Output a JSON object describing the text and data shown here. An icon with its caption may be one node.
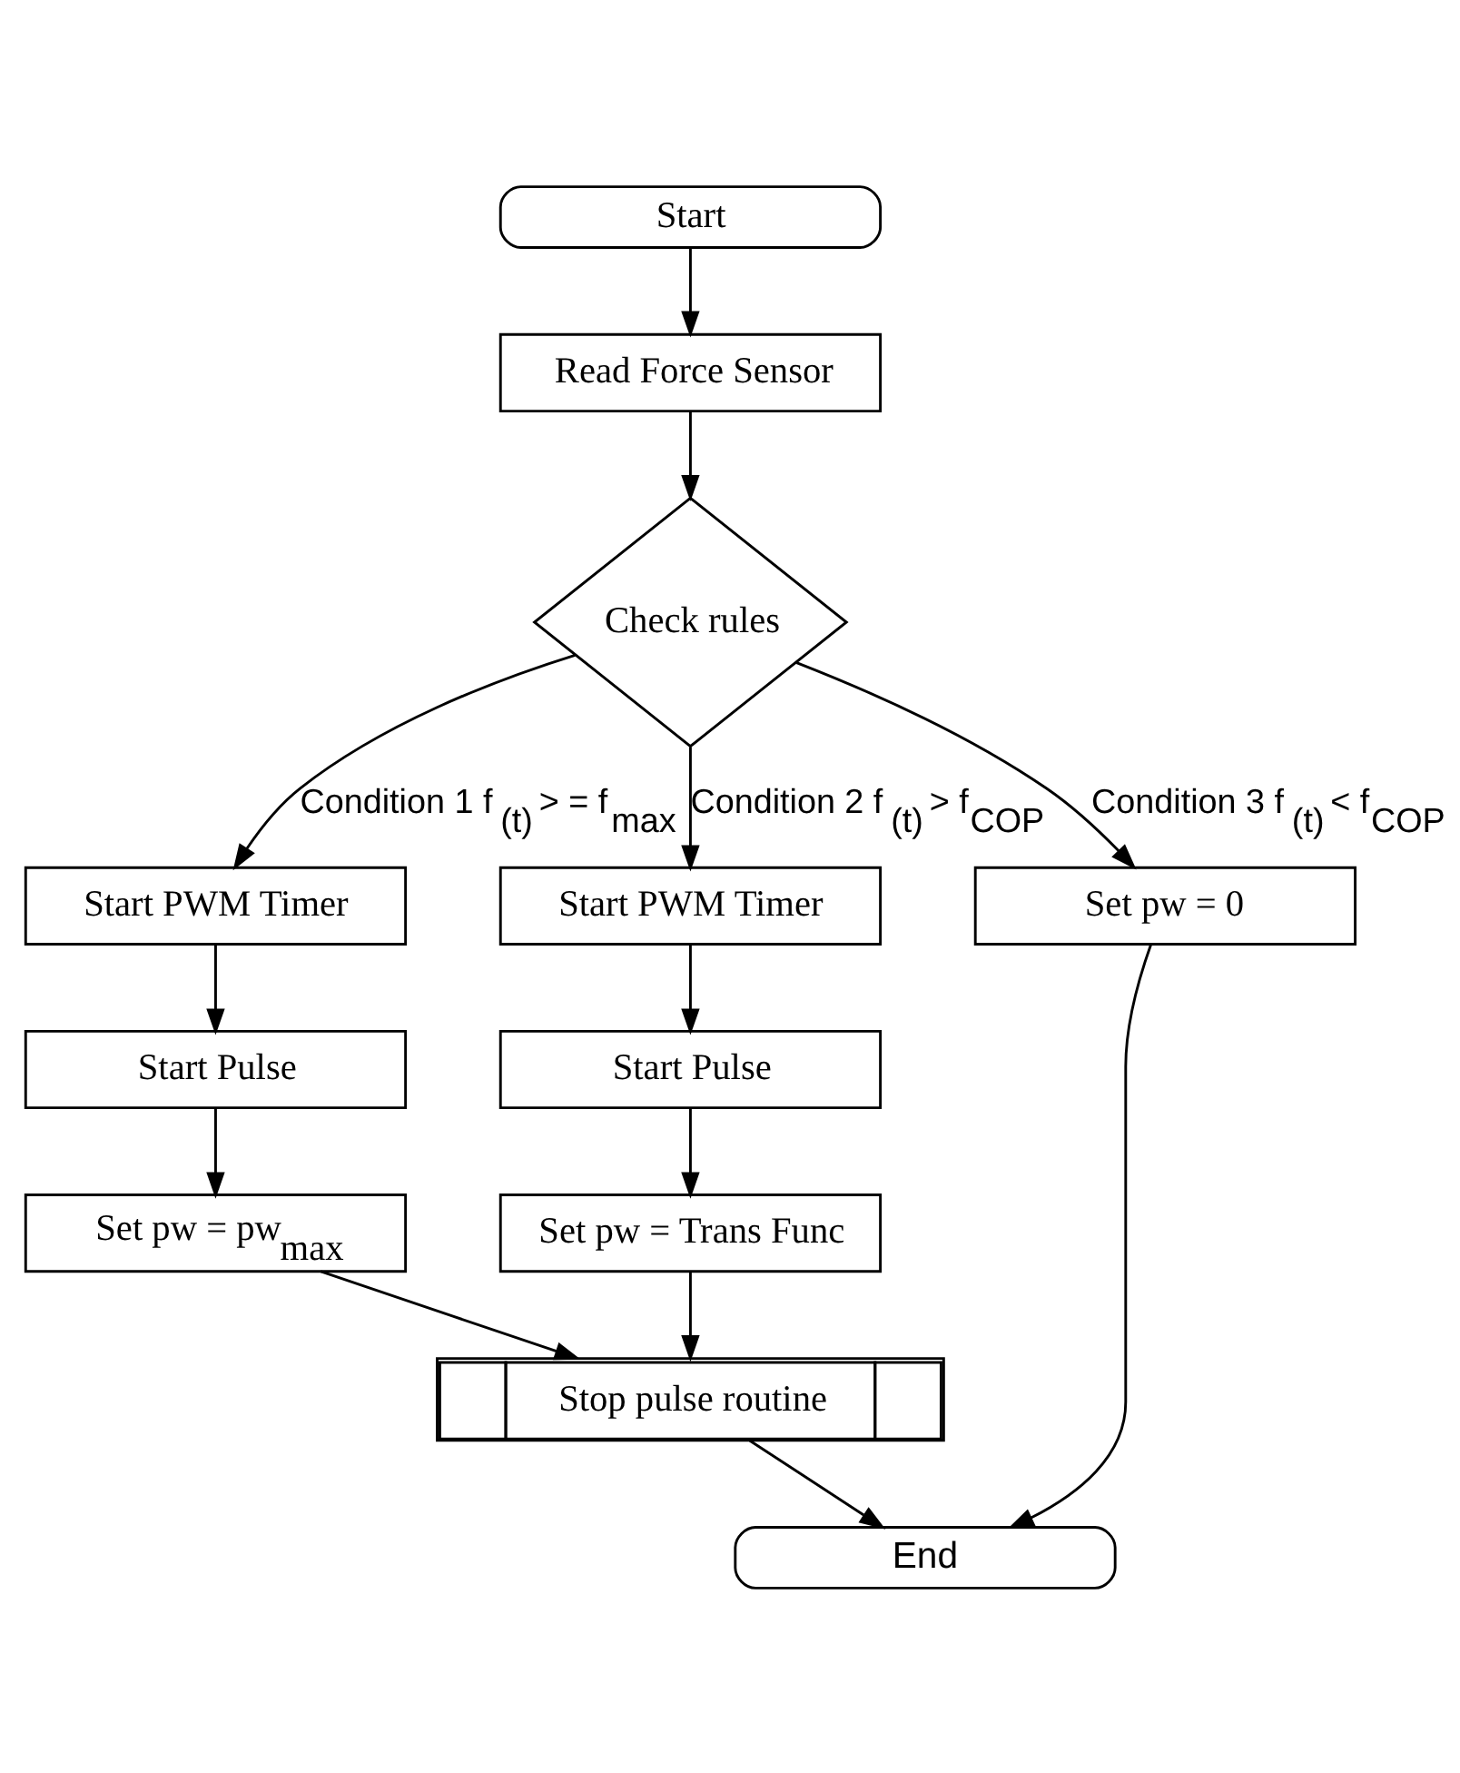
{
  "diagram": {
    "nodes": [
      {
        "text": [
          "Start"
        ]
      },
      {
        "text": [
          "Read Force Sensor"
        ]
      },
      {
        "text": [
          "Check rules"
        ]
      },
      {
        "text": [
          "Start PWM Timer"
        ]
      },
      {
        "text": [
          "Start Pulse"
        ]
      },
      {
        "text": [
          "Set pw = pw$_{max}$"
        ]
      },
      {
        "text": [
          "Start PWM Timer"
        ]
      },
      {
        "text": [
          "Start Pulse"
        ]
      },
      {
        "text": [
          "Set pw = Trans Func"
        ]
      },
      {
        "text": [
          "Set pw = 0"
        ]
      },
      {
        "text": [
          "Stop pulse routine"
        ]
      },
      {
        "text": [
          "End"
        ]
      }
    ],
    "edges": [
      {
        "from": 0,
        "to": 1,
        "arrow": "to"
      },
      {
        "from": 1,
        "to": 2,
        "arrow": "to"
      },
      {
        "from": 2,
        "to": 3,
        "arrow": "to",
        "label": "Condition 1 f$_{(t)}$ > = f$_{max}$"
      },
      {
        "from": 2,
        "to": 6,
        "arrow": "to",
        "label": "Condition 2 f$_{(t)}$ > f$_{COP}$"
      },
      {
        "from": 2,
        "to": 9,
        "arrow": "to",
        "label": "Condition 3 f$_{(t)}$ < f$_{COP}$"
      },
      {
        "from": 3,
        "to": 4,
        "arrow": "to"
      },
      {
        "from": 4,
        "to": 5,
        "arrow": "to"
      },
      {
        "from": 5,
        "to": 10,
        "arrow": "to"
      },
      {
        "from": 6,
        "to": 7,
        "arrow": "to"
      },
      {
        "from": 7,
        "to": 8,
        "arrow": "to"
      },
      {
        "from": 8,
        "to": 10,
        "arrow": "to"
      },
      {
        "from": 10,
        "to": 11,
        "arrow": "to"
      },
      {
        "from": 9,
        "to": 11,
        "arrow": "to"
      }
    ]
  }
}
